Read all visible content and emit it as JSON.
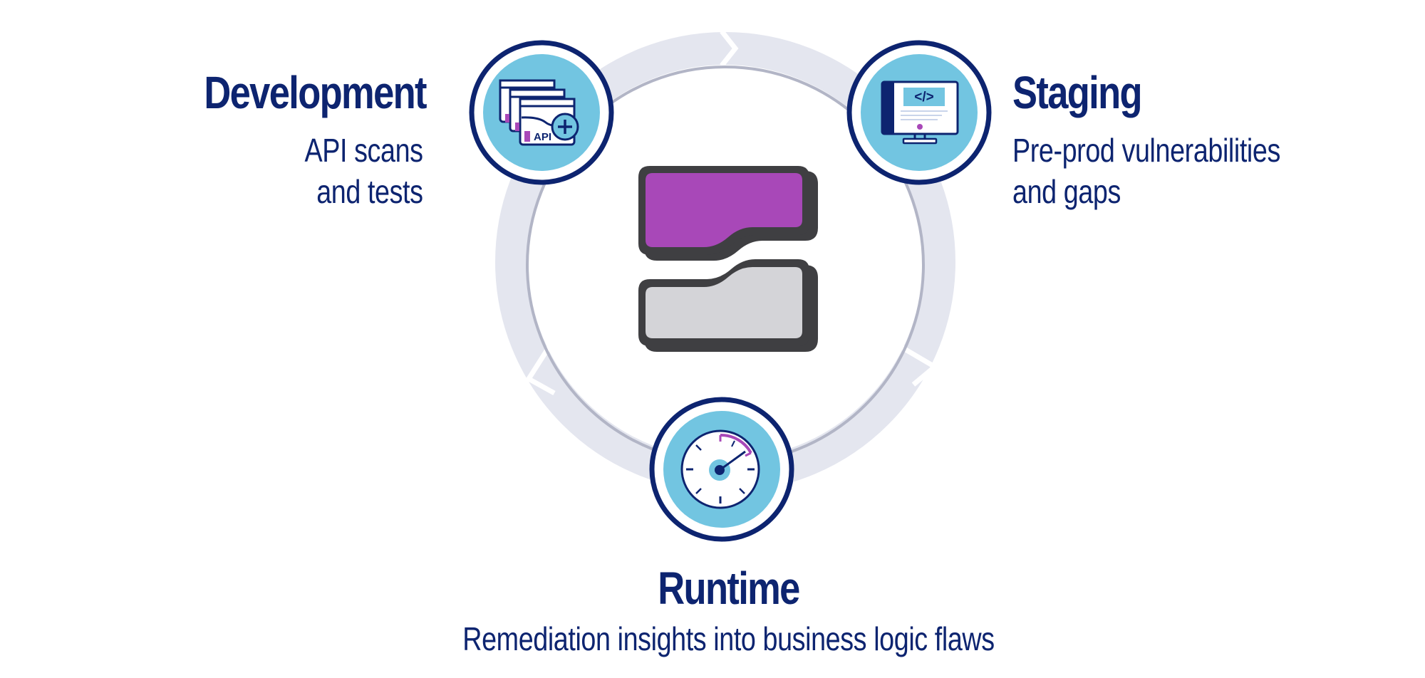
{
  "stages": {
    "development": {
      "title": "Development",
      "description": "API scans\nand tests",
      "icon": "api-documents-icon"
    },
    "staging": {
      "title": "Staging",
      "description": "Pre-prod vulnerabilities\nand gaps",
      "icon": "code-monitor-icon"
    },
    "runtime": {
      "title": "Runtime",
      "description": "Remediation insights into business logic flaws",
      "icon": "gauge-icon"
    }
  },
  "center_logo": {
    "icon": "stacked-blocks-logo",
    "top_color": "#a848b8",
    "bottom_color": "#d4d4d8"
  },
  "api_badge_text": "API",
  "code_glyph": "</>",
  "colors": {
    "navy": "#0d2470",
    "light_blue": "#72c5e1",
    "cycle_ring": "#e4e6ef",
    "inner_ring": "#b2b5c6",
    "purple": "#a848b8",
    "dark_gray": "#444444"
  }
}
